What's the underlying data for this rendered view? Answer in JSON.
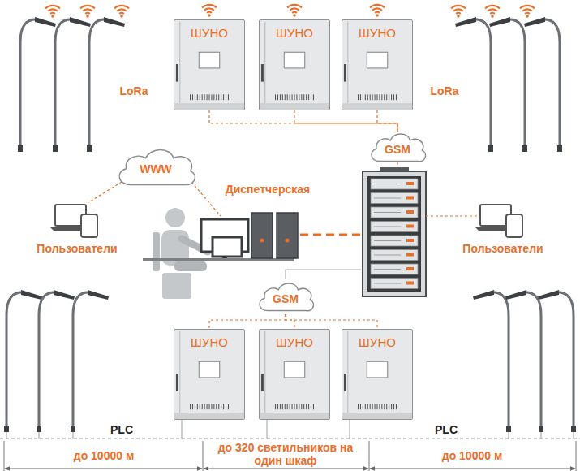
{
  "diagram": {
    "nodes": [
      {
        "text": [
          "ШУНО"
        ]
      },
      {
        "text": [
          "ШУНО"
        ]
      },
      {
        "text": [
          "ШУНО"
        ]
      },
      {
        "text": [
          "GSM"
        ]
      },
      {
        "text": [
          "WWW"
        ]
      },
      {
        "text": [
          "GSM"
        ]
      },
      {
        "text": [
          "ШУНО"
        ]
      },
      {
        "text": [
          "ШУНО"
        ]
      },
      {
        "text": [
          "ШУНО"
        ]
      }
    ],
    "edges": [
      {
        "from": 0,
        "to": 3,
        "arrow": "none"
      },
      {
        "from": 1,
        "to": 3,
        "arrow": "none"
      },
      {
        "from": 2,
        "to": 3,
        "arrow": "none"
      },
      {
        "from": 5,
        "to": 6,
        "arrow": "none"
      },
      {
        "from": 5,
        "to": 7,
        "arrow": "none"
      },
      {
        "from": 5,
        "to": 8,
        "arrow": "none"
      }
    ],
    "labels": [
      "LoRa",
      "LoRa",
      "Диспетчерская",
      "Пользователи",
      "Пользователи",
      "PLC",
      "PLC",
      "до 10000 м",
      "до 320 светильников на один шкаф",
      "до 10000 м"
    ]
  }
}
